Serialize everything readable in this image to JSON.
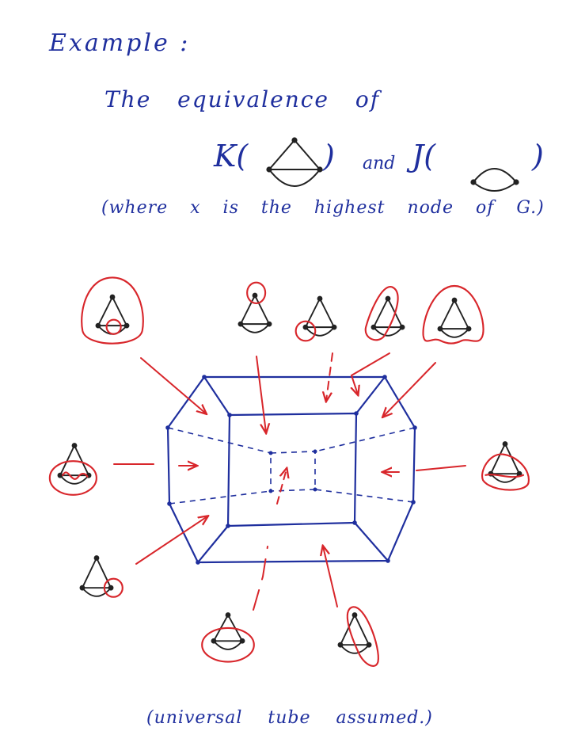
{
  "heading": "Example :",
  "line1": "The equivalence of",
  "line2": {
    "k_open": "K(",
    "close_1": ")",
    "and_word": "and",
    "j_open": "J(",
    "close_2": ")"
  },
  "line3": "(where x is the highest node of G.)",
  "footer": "(universal tube assumed.)",
  "colors": {
    "ink_blue": "#1f2f9e",
    "ink_red": "#d8262b",
    "ink_black": "#222222"
  }
}
